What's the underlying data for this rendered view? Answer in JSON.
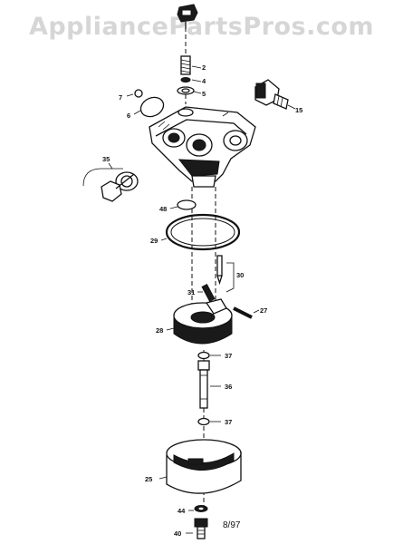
{
  "watermark": "AppliancePartsPros.com",
  "diagram_date": "8/97",
  "callouts": {
    "c2": "2",
    "c4": "4",
    "c5": "5",
    "c7": "7",
    "c6": "6",
    "c15": "15",
    "c35": "35",
    "c48": "48",
    "c29": "29",
    "c30": "30",
    "c31": "31",
    "c27": "27",
    "c28": "28",
    "c37a": "37",
    "c36": "36",
    "c37b": "37",
    "c25": "25",
    "c44": "44",
    "c40": "40"
  }
}
